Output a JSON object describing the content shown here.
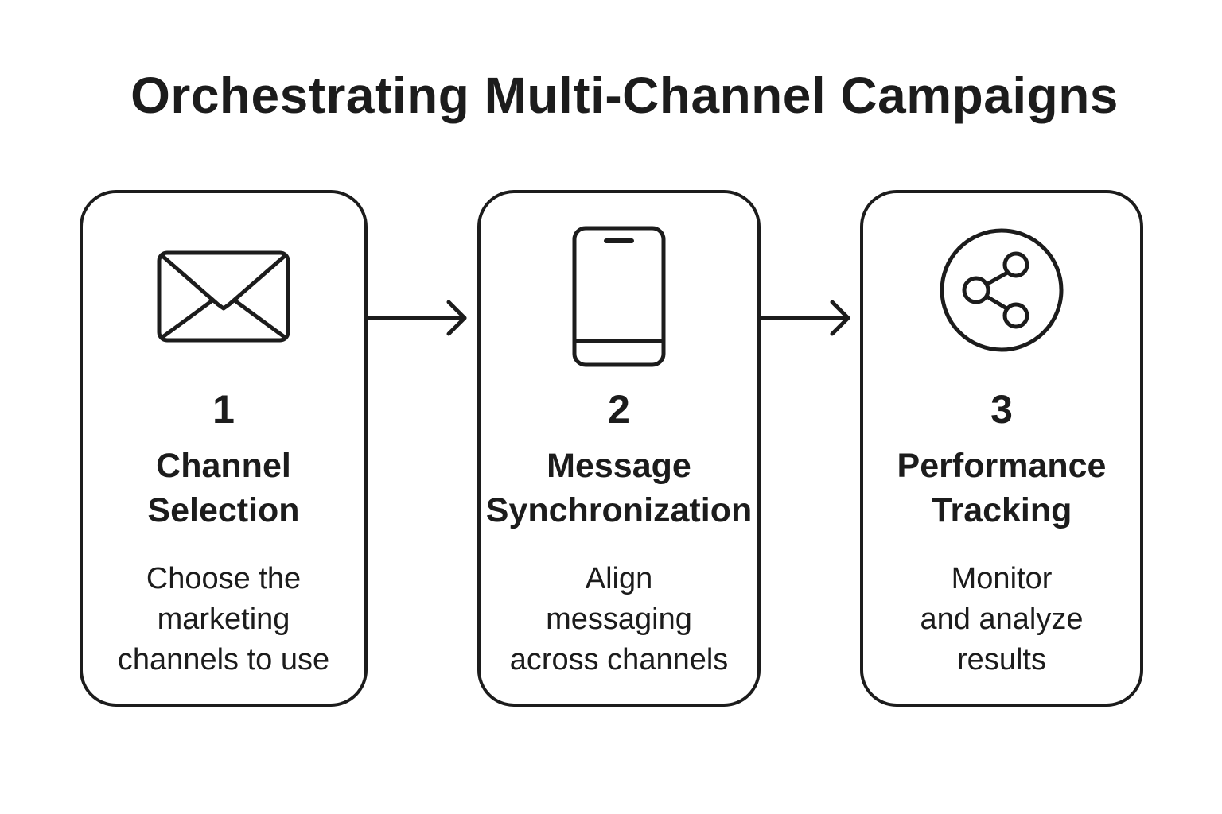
{
  "title": "Orchestrating Multi-Channel Campaigns",
  "steps": [
    {
      "number": "1",
      "title": "Channel\nSelection",
      "description": "Choose the\nmarketing\nchannels to use",
      "icon": "envelope-icon"
    },
    {
      "number": "2",
      "title": "Message\nSynchronization",
      "description": "Align\nmessaging\nacross channels",
      "icon": "mobile-phone-icon"
    },
    {
      "number": "3",
      "title": "Performance\nTracking",
      "description": "Monitor\nand analyze\nresults",
      "icon": "share-icon"
    }
  ],
  "colors": {
    "stroke": "#1c1c1c",
    "background": "#ffffff"
  }
}
